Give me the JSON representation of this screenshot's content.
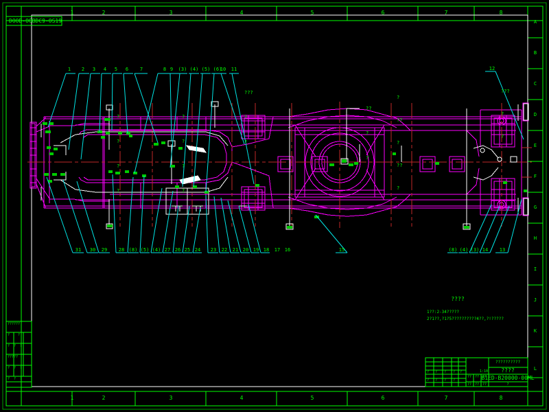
{
  "app": {
    "title": "CAD Drawing Viewer",
    "background_color": "#000000",
    "frame_color": "#00ff00",
    "geometry_color": "#ff00ff",
    "leader_color": "#00e5e5",
    "centerline_color": "#c03030",
    "detail_color": "#ffffff"
  },
  "header": {
    "drawing_id": "DOOD-OOBDC9-OS19"
  },
  "rulers": {
    "top": [
      "1",
      "2",
      "3",
      "4",
      "5",
      "6",
      "7",
      "8"
    ],
    "bottom": [
      "1",
      "2",
      "3",
      "4",
      "5",
      "6",
      "7",
      "8"
    ],
    "right": [
      "A",
      "B",
      "C",
      "D",
      "E",
      "F",
      "G",
      "H",
      "I",
      "J",
      "K",
      "L"
    ]
  },
  "callouts": {
    "top_left_row": [
      "1",
      "2",
      "3",
      "4",
      "5",
      "6",
      "7",
      "8",
      "9",
      "(3)",
      "(4)",
      "(5)",
      "(6)",
      "10",
      "11"
    ],
    "top_right": [
      "12"
    ],
    "bottom_left_row": [
      "31",
      "30",
      "29",
      "28",
      "(8)",
      "(5)",
      "(4)",
      "27",
      "26",
      "25",
      "24",
      "23",
      "22",
      "21",
      "20",
      "19",
      "18",
      "17",
      "16"
    ],
    "bottom_mid": [
      "15"
    ],
    "bottom_right_row": [
      "(8)",
      "(4)",
      "(3)",
      "14",
      "13"
    ]
  },
  "cjk_blocks": {
    "b1": "???",
    "b2": "?",
    "b3": "?",
    "b4": "??",
    "b5": "????",
    "note_title": "????",
    "note_line1": "1??:2-34?????",
    "note_line2": "2?1??,?1?5??????????4??,?!?????"
  },
  "title_block": {
    "company": "??????????",
    "part_name": "????",
    "drawing_number": "B1ED-B20000-00ML",
    "cells": [
      {
        "label": "??",
        "value": "??"
      },
      {
        "label": "??",
        "value": "??"
      },
      {
        "label": "??",
        "value": "??"
      },
      {
        "label": "??",
        "value": "??"
      },
      {
        "label": "??",
        "value": "??"
      },
      {
        "label": "??",
        "value": "??"
      }
    ],
    "row_labels": [
      "?",
      "?",
      "?",
      "?",
      "?"
    ],
    "scale_label": "1:10",
    "sheet_label": "?",
    "qty_label": "??"
  },
  "revision_table": {
    "rows": [
      {
        "c1": "??????"
      },
      {
        "c1": "?    ?"
      },
      {
        "c1": "?  ?  ?"
      },
      {
        "c1": "?????"
      },
      {
        "c1": "?  ?  ?"
      },
      {
        "c1": "?  ?  ?"
      }
    ]
  }
}
